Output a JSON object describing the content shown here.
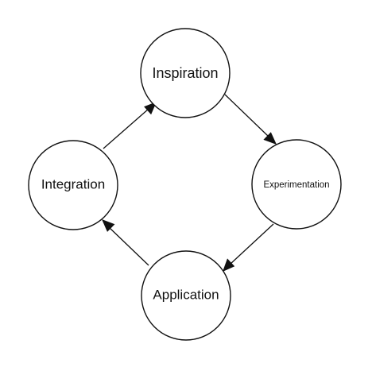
{
  "diagram": {
    "nodes": [
      {
        "id": "inspiration",
        "label": "Inspiration"
      },
      {
        "id": "experimentation",
        "label": "Experimentation"
      },
      {
        "id": "application",
        "label": "Application"
      },
      {
        "id": "integration",
        "label": "Integration"
      }
    ],
    "edges": [
      {
        "from": "inspiration",
        "to": "experimentation"
      },
      {
        "from": "experimentation",
        "to": "application"
      },
      {
        "from": "application",
        "to": "integration"
      },
      {
        "from": "integration",
        "to": "inspiration"
      }
    ],
    "colors": {
      "stroke": "#111111",
      "fill": "#ffffff",
      "text": "#111111"
    }
  }
}
